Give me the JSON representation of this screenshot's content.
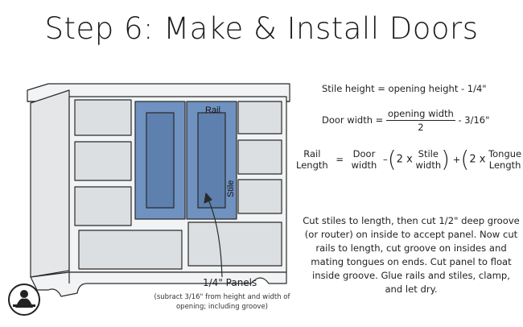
{
  "title": "Step 6: Make & Install Doors",
  "labels": {
    "rail": "Rail",
    "stile": "Stile",
    "panels": "1/4\" Panels",
    "panels_note": "(subract 3/16\" from height and width of opening; including groove)"
  },
  "formulas": {
    "stile_height": "Stile height = opening height - 1/4\"",
    "door_width_lhs": "Door width =",
    "door_width_num": "opening width",
    "door_width_den": "2",
    "door_width_rest": "- 3/16\"",
    "rail_length_top": "Rail",
    "rail_length_bottom": "Length",
    "equals": "=",
    "door_top": "Door",
    "door_bottom": "width",
    "minus": "–",
    "plus": "+",
    "two_x": "2 x",
    "stile_top": "Stile",
    "stile_bottom": "width",
    "tongue_top": "Tongue",
    "tongue_bottom": "Length"
  },
  "instructions": "Cut stiles to length, then cut 1/2\" deep groove (or router) on inside to accept panel. Now cut rails to length, cut groove on insides and mating tongues on ends. Cut panel to float inside groove. Glue rails and stiles, clamp, and let dry.",
  "colors": {
    "door_fill": "#6f92c0",
    "door_panel": "#5e80ae",
    "drawer_fill": "#dcdfe2",
    "cabinet_fill": "#f2f3f4",
    "outline": "#2a2a2a"
  }
}
